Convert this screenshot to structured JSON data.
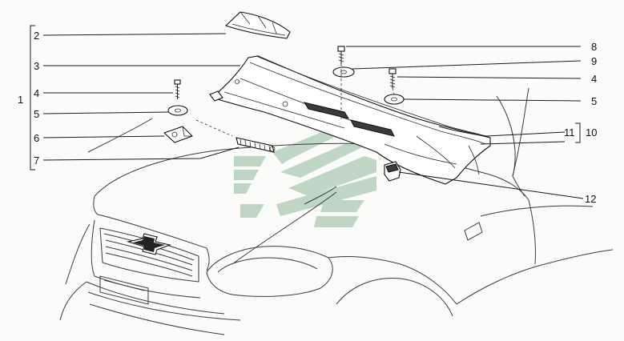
{
  "diagram": {
    "callouts": {
      "c1": "1",
      "c2": "2",
      "c3": "3",
      "c4_left": "4",
      "c5_left": "5",
      "c6": "6",
      "c7": "7",
      "c8": "8",
      "c9": "9",
      "c4_right": "4",
      "c5_right": "5",
      "c11": "11",
      "c10": "10",
      "c12": "12"
    },
    "watermark": {
      "icon": "chevron-logo-watermark",
      "color": "#8fb89a"
    },
    "car_emblem_icon": "bowtie-emblem-icon",
    "line_color": "#1a1a1a"
  }
}
